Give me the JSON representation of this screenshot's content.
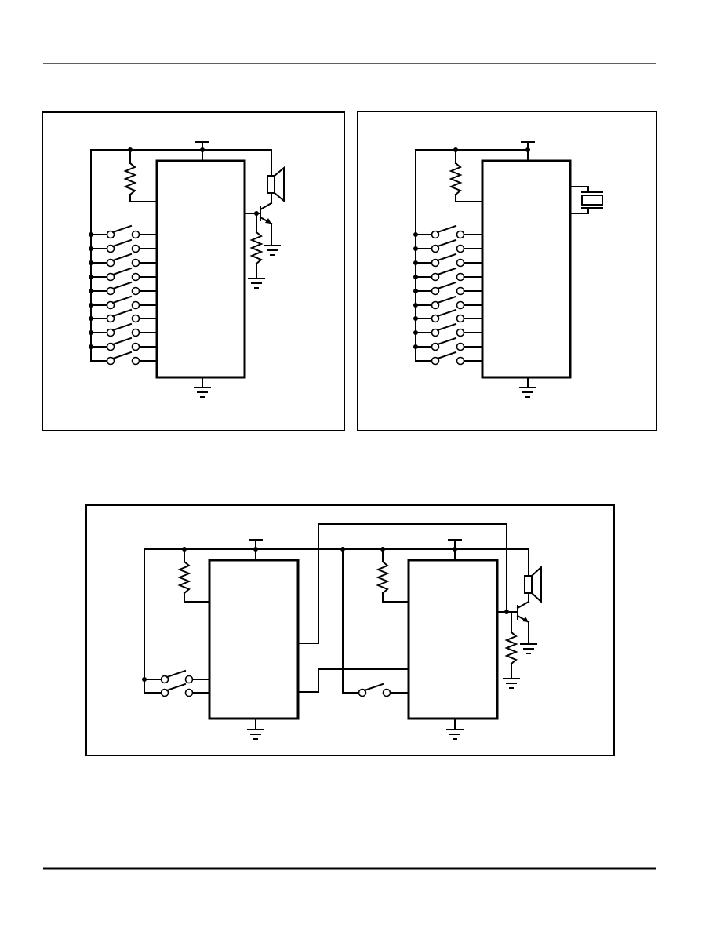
{
  "page": {
    "header_rule": true,
    "footer_rule": true
  },
  "diagrams": [
    {
      "id": "figure-top-left",
      "components": [
        "power-supply-terminal",
        "pull-up-resistor",
        "ic-block",
        "switch-matrix-10",
        "npn-transistor",
        "speaker-icon",
        "bias-resistor",
        "ground-icon"
      ],
      "switch_count": 10,
      "output": "speaker"
    },
    {
      "id": "figure-top-right",
      "components": [
        "power-supply-terminal",
        "pull-up-resistor",
        "ic-block",
        "switch-matrix-10",
        "piezo-buzzer-icon",
        "ground-icon"
      ],
      "switch_count": 10,
      "output": "piezo"
    },
    {
      "id": "figure-bottom",
      "components": [
        "power-supply-terminal",
        "pull-up-resistor",
        "ic-block",
        "ic-block",
        "switch-pair",
        "single-switch",
        "npn-transistor",
        "speaker-icon",
        "bias-resistor",
        "ground-icon"
      ],
      "ic_count": 2,
      "output": "speaker"
    }
  ]
}
